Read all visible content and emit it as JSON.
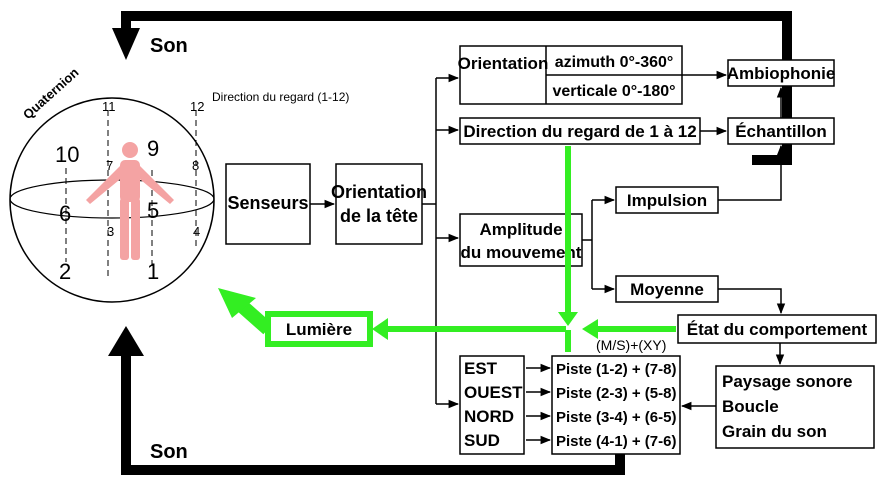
{
  "labels": {
    "son_top": "Son",
    "son_bottom": "Son",
    "quaternion": "Quaternion",
    "direction_regard_small": "Direction du regard (1-12)",
    "numbers": [
      "1",
      "2",
      "3",
      "4",
      "5",
      "6",
      "7",
      "8",
      "9",
      "10",
      "11",
      "12"
    ],
    "senseurs": "Senseurs",
    "orientation_tete": [
      "Orientation",
      "de la tête"
    ],
    "orientation": "Orientation",
    "azimuth": "azimuth  0°-360°",
    "verticale": "verticale 0°-180°",
    "ambiophonie": "Ambiophonie",
    "direction_regard": "Direction du regard de 1 à 12",
    "echantillon": "Échantillon",
    "amplitude": [
      "Amplitude",
      "du mouvement"
    ],
    "impulsion": "Impulsion",
    "moyenne": "Moyenne",
    "etat": "État du comportement",
    "lumiere": "Lumière",
    "ms_xy": "(M/S)+(XY)",
    "directions": [
      "EST",
      "OUEST",
      "NORD",
      "SUD"
    ],
    "pistes": [
      "Piste (1-2) + (7-8)",
      "Piste (2-3) + (5-8)",
      "Piste (3-4) + (6-5)",
      "Piste (4-1) + (7-6)"
    ],
    "paysage": [
      "Paysage sonore",
      "Boucle",
      "Grain du son"
    ]
  },
  "colors": {
    "arrow_black": "#000000",
    "arrow_green": "#33ee22",
    "body_figure": "#f4a3a3"
  }
}
